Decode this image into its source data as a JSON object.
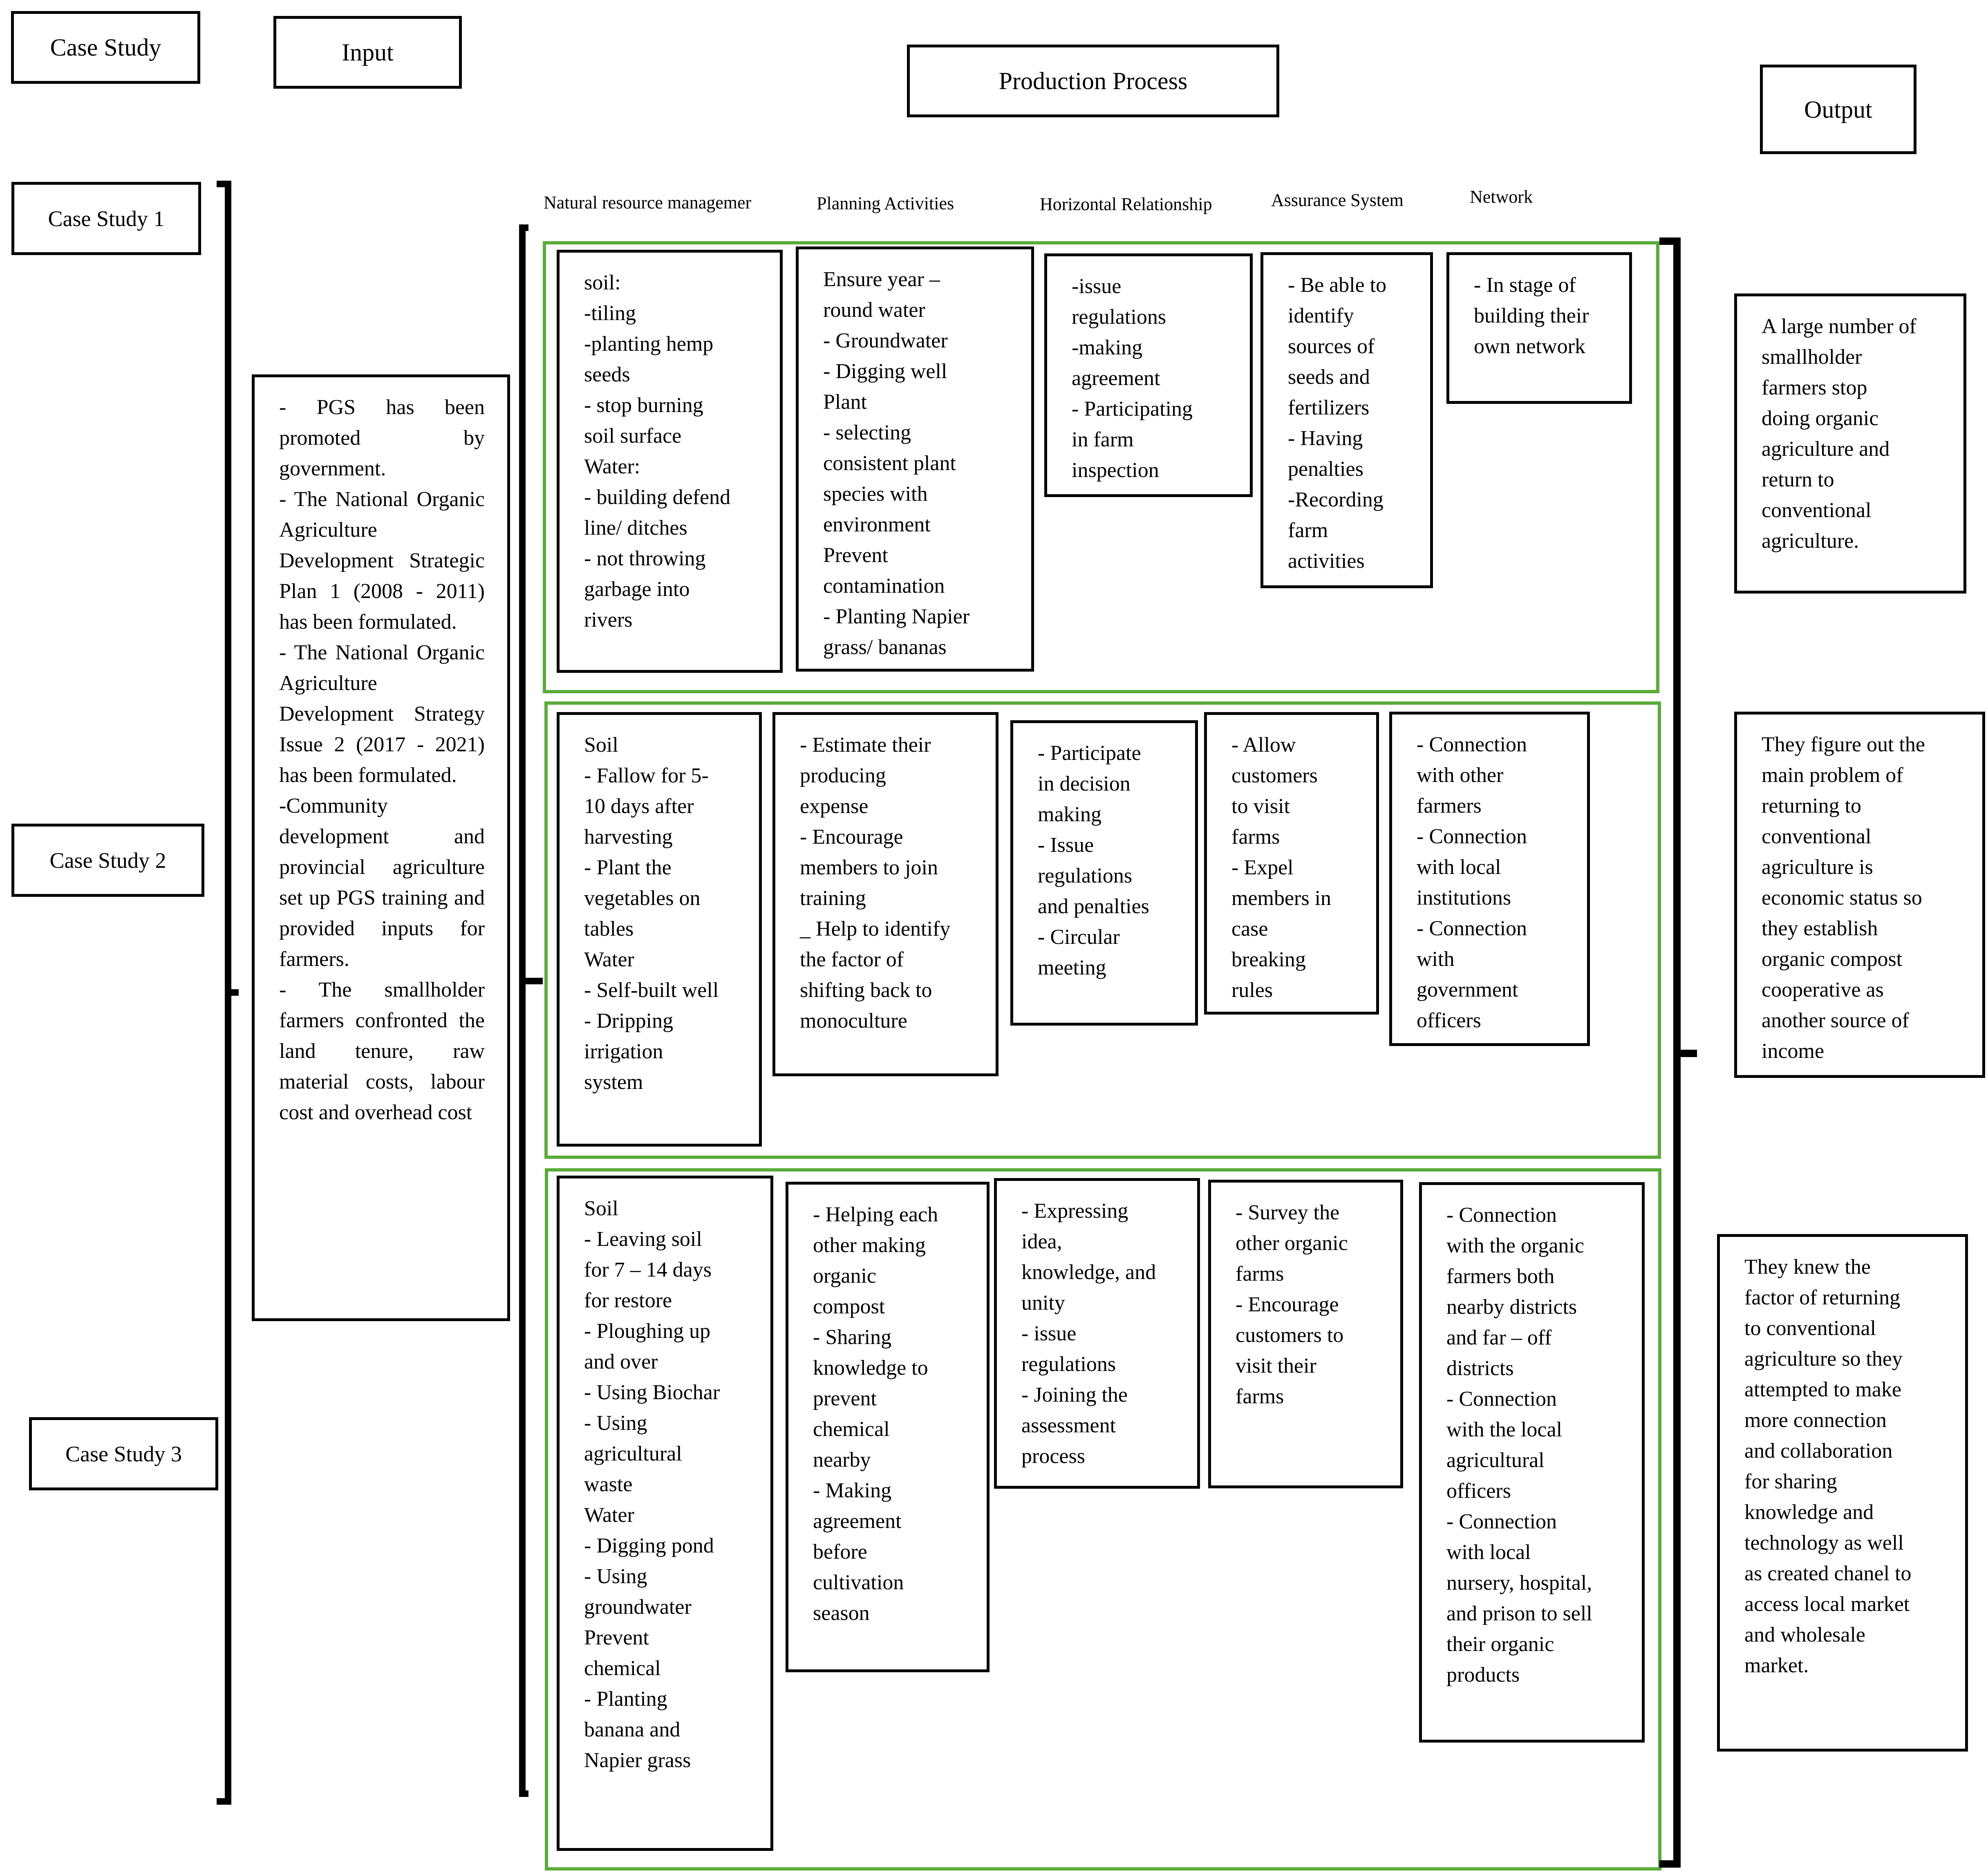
{
  "headers": {
    "case_study": "Case Study",
    "input": "Input",
    "production_process": "Production Process",
    "output": "Output"
  },
  "cases": [
    {
      "label": "Case Study 1"
    },
    {
      "label": "Case Study 2"
    },
    {
      "label": "Case Study 3"
    }
  ],
  "process_columns": [
    "Natural resource managemer",
    "Planning Activities",
    "Horizontal Relationship",
    "Assurance System",
    "Network"
  ],
  "input_text": "- PGS has been promoted by government.\n- The National Organic Agriculture Development Strategic Plan 1 (2008 - 2011) has been formulated.\n- The National Organic Agriculture Development Strategy Issue 2 (2017 - 2021) has been formulated.\n-Community development and provincial agriculture set up PGS training and provided inputs for farmers.\n- The smallholder farmers confronted the land tenure, raw material costs, labour cost and overhead cost",
  "rows": [
    {
      "cells": [
        "soil:\n-tiling\n-planting hemp\nseeds\n- stop burning\nsoil surface\nWater:\n- building defend\nline/ ditches\n- not throwing\ngarbage into\nrivers",
        "Ensure year –\nround water\n- Groundwater\n- Digging well\nPlant\n-   selecting\nconsistent plant\nspecies with\nenvironment\nPrevent\ncontamination\n- Planting Napier\ngrass/ bananas",
        "-issue\nregulations\n-making\nagreement\n- Participating\nin farm\ninspection",
        "- Be able to\nidentify\nsources of\nseeds and\nfertilizers\n-   Having\npenalties\n-Recording\nfarm\nactivities",
        "- In stage of\nbuilding their\nown network"
      ],
      "output": "A large number of\nsmallholder\nfarmers stop\ndoing organic\nagriculture and\nreturn to\nconventional\nagriculture."
    },
    {
      "cells": [
        "Soil\n- Fallow for 5-\n10 days after\nharvesting\n- Plant the\nvegetables on\ntables\nWater\n- Self-built well\n- Dripping\nirrigation\nsystem",
        "- Estimate their\nproducing\nexpense\n- Encourage\nmembers to join\ntraining\n_ Help to identify\nthe factor of\nshifting back to\nmonoculture",
        "- Participate\nin decision\nmaking\n- Issue\nregulations\nand penalties\n- Circular\nmeeting",
        "- Allow\ncustomers\nto visit\nfarms\n- Expel\nmembers in\ncase\nbreaking\nrules",
        "- Connection\nwith other\nfarmers\n- Connection\nwith local\ninstitutions\n- Connection\nwith\ngovernment\nofficers"
      ],
      "output": "They figure out the\nmain problem of\nreturning to\nconventional\nagriculture is\neconomic status so\nthey establish\norganic compost\ncooperative as\nanother source of\nincome"
    },
    {
      "cells": [
        "Soil\n- Leaving soil\nfor 7 – 14 days\nfor restore\n- Ploughing up\nand over\n- Using Biochar\n- Using\nagricultural\nwaste\nWater\n  - Digging pond\n- Using\ngroundwater\nPrevent\nchemical\n- Planting\nbanana and\nNapier grass",
        "- Helping each\nother making\norganic\ncompost\n- Sharing\nknowledge to\nprevent\nchemical\nnearby\n- Making\nagreement\nbefore\ncultivation\nseason",
        "- Expressing\nidea,\nknowledge, and\nunity\n- issue\nregulations\n- Joining the\nassessment\nprocess",
        "- Survey the\nother organic\nfarms\n- Encourage\ncustomers to\nvisit their\nfarms",
        "- Connection\nwith the organic\nfarmers both\nnearby districts\nand far – off\ndistricts\n- Connection\nwith the local\nagricultural\nofficers\n- Connection\nwith local\nnursery, hospital,\nand prison to sell\ntheir organic\nproducts"
      ],
      "output": "They knew the\nfactor of returning\nto conventional\nagriculture so they\nattempted to make\nmore connection\nand collaboration\nfor sharing\nknowledge and\ntechnology as well\nas created chanel to\naccess local market\nand wholesale\nmarket."
    }
  ]
}
